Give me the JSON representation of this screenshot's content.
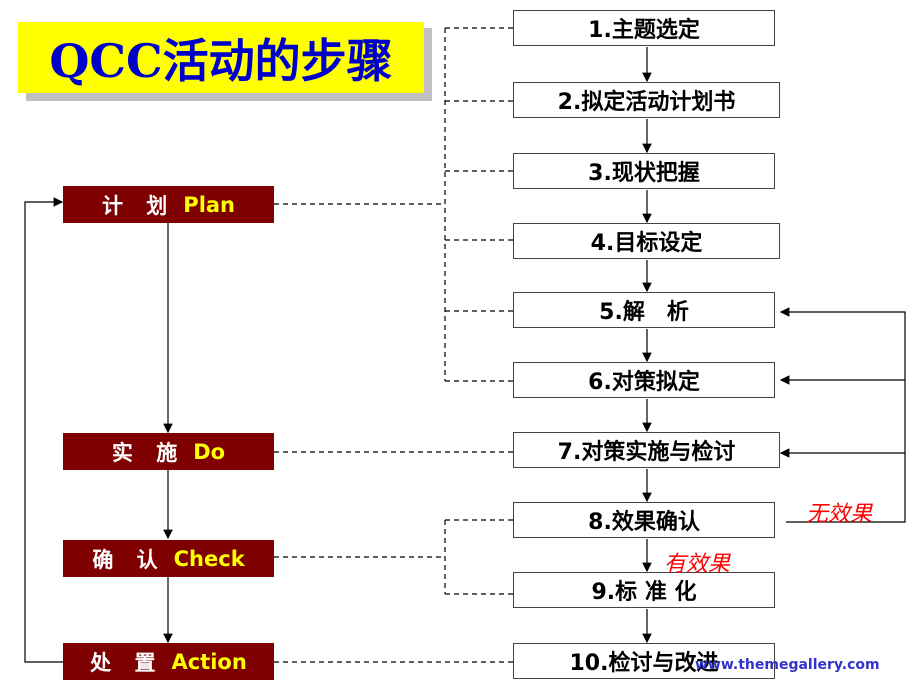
{
  "title": "QCC活动的步骤",
  "steps": [
    "1.主题选定",
    "2.拟定活动计划书",
    "3.现状把握",
    "4.目标设定",
    "5.解　析",
    "6.对策拟定",
    "7.对策实施与检讨",
    "8.效果确认",
    "9.标 准 化",
    "10.检讨与改进"
  ],
  "phases": [
    {
      "cn": "计 划",
      "en": "Plan"
    },
    {
      "cn": "实 施",
      "en": "Do"
    },
    {
      "cn": "确 认",
      "en": "Check"
    },
    {
      "cn": "处 置",
      "en": "Action"
    }
  ],
  "labels": {
    "ineffective": "无效果",
    "effective": "有效果"
  },
  "footer_url": "www.themegallery.com"
}
